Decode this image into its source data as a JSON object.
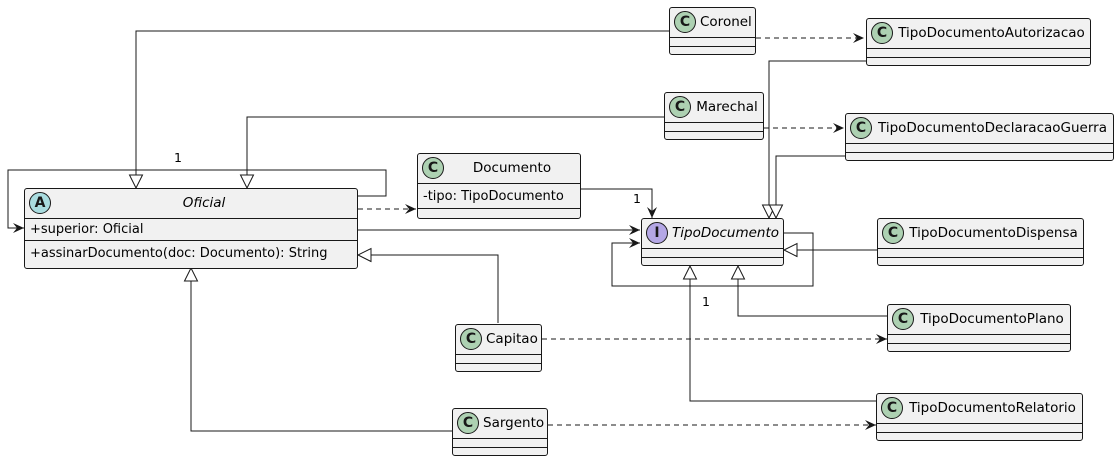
{
  "colors": {
    "box_fill": "#F1F1F1",
    "line": "#181818",
    "class_badge": "#ADD1B2",
    "abstract_badge": "#A9DCDF",
    "interface_badge": "#B4A7E5"
  },
  "classes": {
    "oficial": {
      "badge": "A",
      "name": "Oficial",
      "abstract": true,
      "attribute": "+superior: Oficial",
      "method": "+assinarDocumento(doc: Documento): String"
    },
    "documento": {
      "badge": "C",
      "name": "Documento",
      "attribute": "-tipo: TipoDocumento"
    },
    "tipo_documento": {
      "badge": "I",
      "name": "TipoDocumento",
      "interface": true
    },
    "coronel": {
      "badge": "C",
      "name": "Coronel"
    },
    "marechal": {
      "badge": "C",
      "name": "Marechal"
    },
    "capitao": {
      "badge": "C",
      "name": "Capitao"
    },
    "sargento": {
      "badge": "C",
      "name": "Sargento"
    },
    "tipo_autorizacao": {
      "badge": "C",
      "name": "TipoDocumentoAutorizacao"
    },
    "tipo_declaracao_guerra": {
      "badge": "C",
      "name": "TipoDocumentoDeclaracaoGuerra"
    },
    "tipo_dispensa": {
      "badge": "C",
      "name": "TipoDocumentoDispensa"
    },
    "tipo_plano": {
      "badge": "C",
      "name": "TipoDocumentoPlano"
    },
    "tipo_relatorio": {
      "badge": "C",
      "name": "TipoDocumentoRelatorio"
    }
  },
  "multiplicities": {
    "oficial_self": "1",
    "documento_tipo": "1",
    "tipo_documento_self": "1"
  }
}
